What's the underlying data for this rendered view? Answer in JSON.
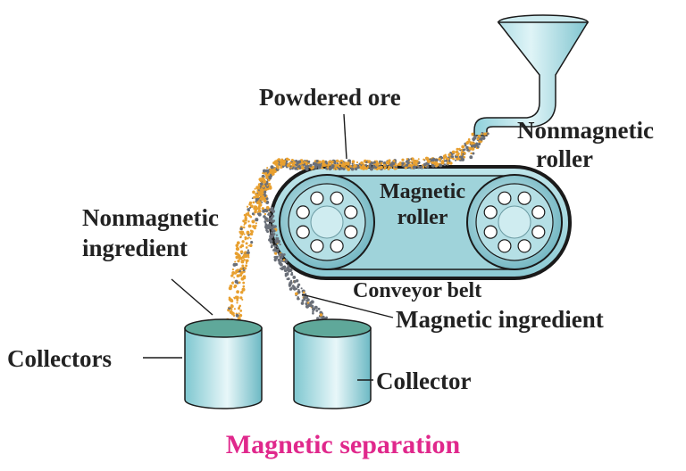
{
  "labels": {
    "powdered_ore": "Powdered ore",
    "nonmagnetic_roller_line1": "Nonmagnetic",
    "nonmagnetic_roller_line2": "roller",
    "magnetic_roller_line1": "Magnetic",
    "magnetic_roller_line2": "roller",
    "nonmagnetic_ingredient_line1": "Nonmagnetic",
    "nonmagnetic_ingredient_line2": "ingredient",
    "conveyor_belt": "Conveyor belt",
    "magnetic_ingredient": "Magnetic ingredient",
    "collectors": "Collectors",
    "collector": "Collector"
  },
  "caption": "Magnetic separation",
  "colors": {
    "caption": "#e0288c",
    "label": "#222222",
    "device_fill": "#a9dce3",
    "device_stroke": "#1a1a1a",
    "ore_orange": "#e8a030",
    "ore_gray": "#6a6f78"
  }
}
